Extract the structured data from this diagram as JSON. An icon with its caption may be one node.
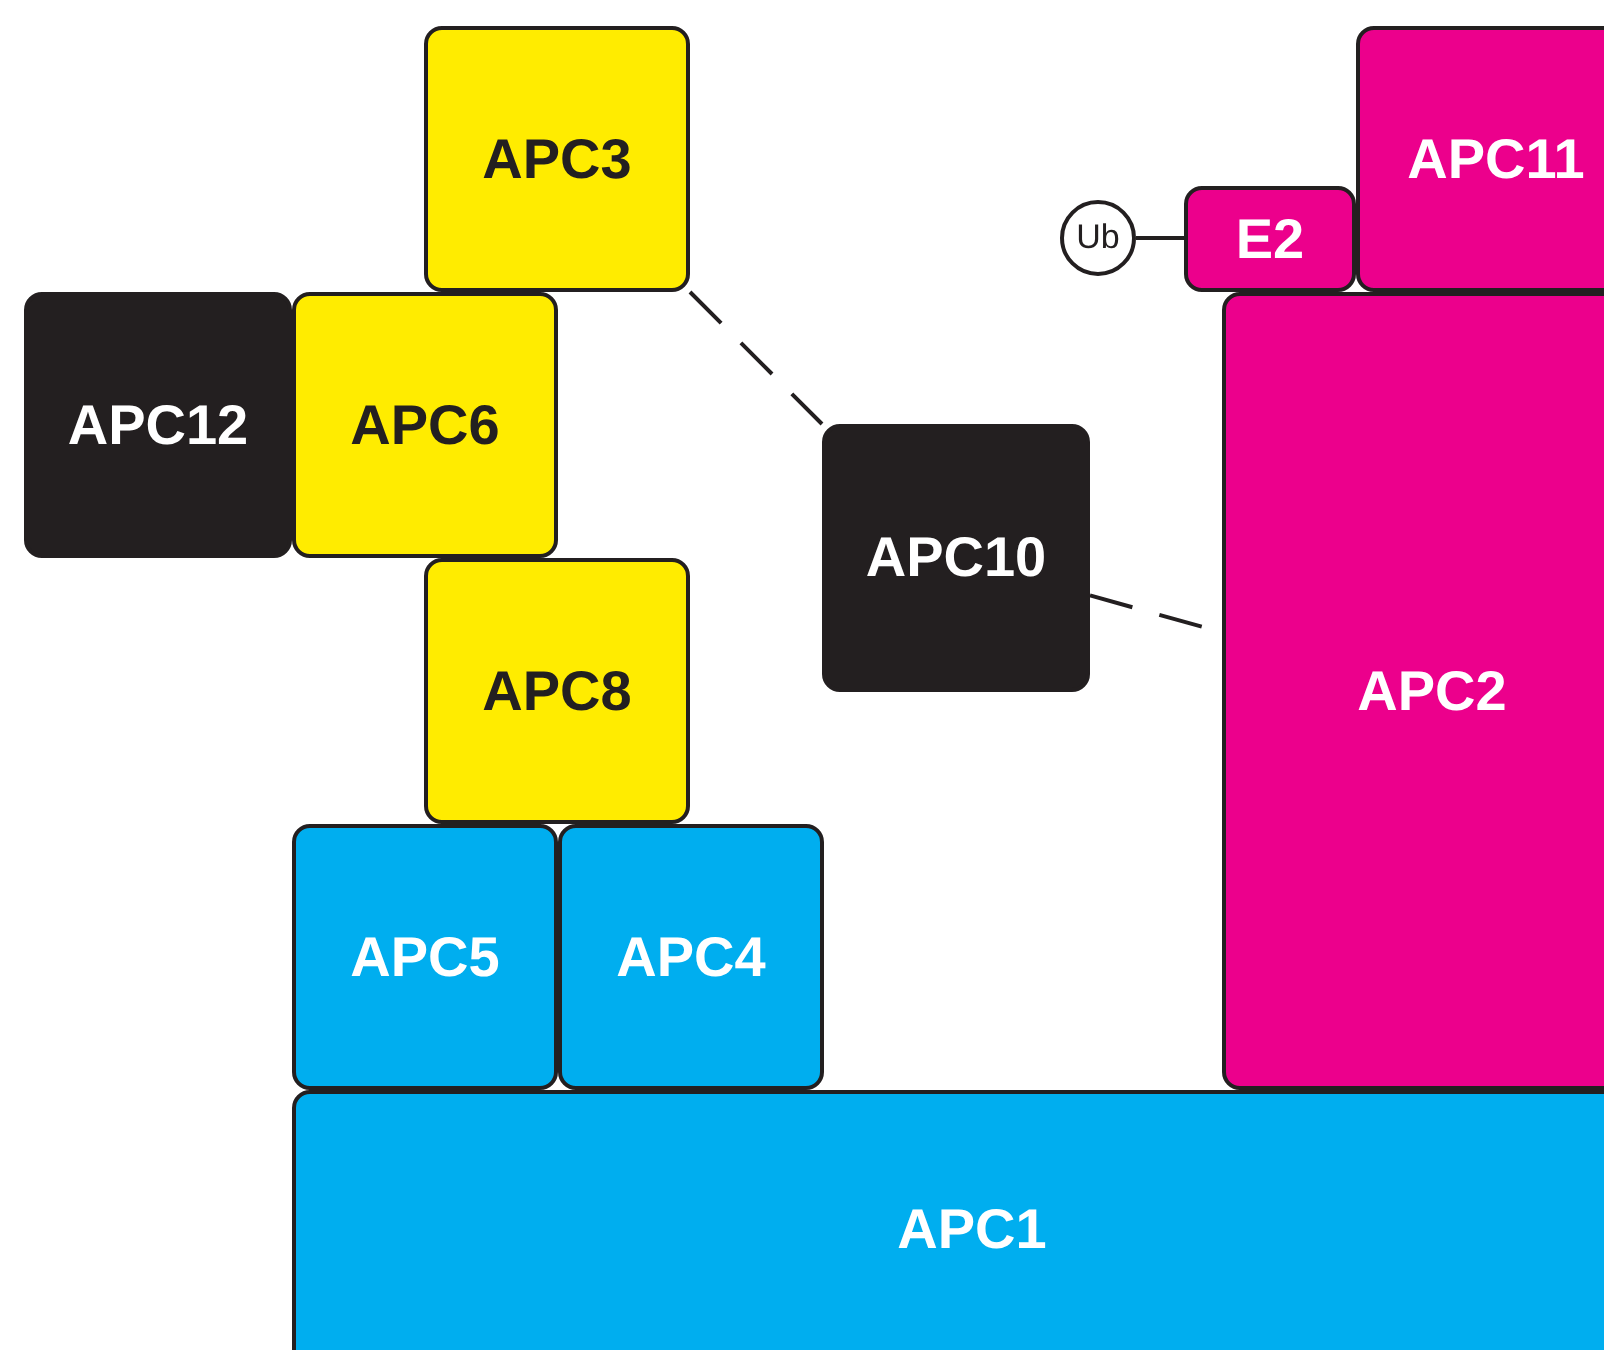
{
  "diagram": {
    "nodes": [
      {
        "text": [
          "APC3"
        ]
      },
      {
        "text": [
          "APC12"
        ]
      },
      {
        "text": [
          "APC6"
        ]
      },
      {
        "text": [
          "APC8"
        ]
      },
      {
        "text": [
          "APC10"
        ]
      },
      {
        "text": [
          "APC11"
        ]
      },
      {
        "text": [
          "E2"
        ]
      },
      {
        "text": [
          "Ub"
        ]
      },
      {
        "text": [
          "APC2"
        ]
      },
      {
        "text": [
          "APC5"
        ]
      },
      {
        "text": [
          "APC4"
        ]
      },
      {
        "text": [
          "APC1"
        ]
      }
    ],
    "edges": [
      {
        "from": 0,
        "to": 4,
        "arrow": "none",
        "style": "dashed"
      },
      {
        "from": 4,
        "to": 8,
        "arrow": "none",
        "style": "dashed"
      },
      {
        "from": 7,
        "to": 6,
        "arrow": "none"
      }
    ]
  }
}
